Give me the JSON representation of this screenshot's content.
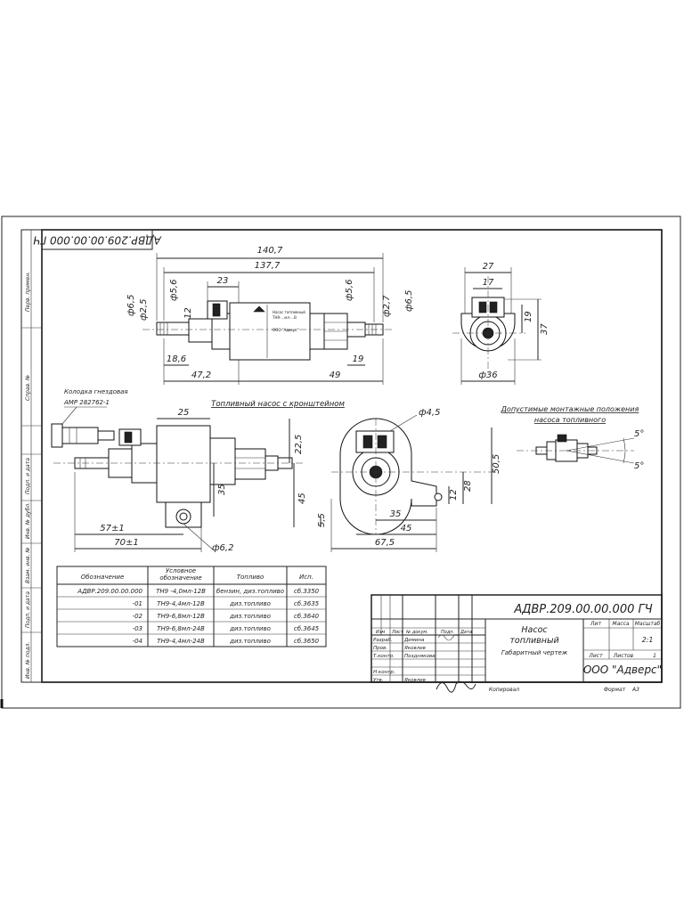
{
  "drawing_code": "АДВР.209.00.00.000 ГЧ",
  "drawing_code_rotated": "АДВР.209.00.00.000 ГЧ",
  "margin_labels": [
    "Перв. примен.",
    "Справ. №",
    "Подп. и дата",
    "Инв. № дубл.",
    "Взам. инв. №",
    "Подп. и дата",
    "Инв. № подл."
  ],
  "views": {
    "top_caption": "Топливный насос с кронштейном",
    "install_caption_1": "Допустимые монтажные положения",
    "install_caption_2": "насоса топливного",
    "connector_label_1": "Колодка гнездовая",
    "connector_label_2": "AMP 282762-1",
    "body_label_1": "Насос топливный",
    "body_label_2": "ТН9-...мл-...В",
    "body_label_3": "ООО \"Адверс\""
  },
  "dims": {
    "d140_7": "140,7",
    "d137_7": "137,7",
    "d23": "23",
    "d5_6a": "ф5,6",
    "d6_5a": "ф6,5",
    "d2_5a": "ф2,5",
    "d12a": "12",
    "d5_6b": "ф5,6",
    "d2_7": "ф2,7",
    "d6_5b": "ф6,5",
    "d18_6": "18,6",
    "d47_2": "47,2",
    "d49": "49",
    "d19a": "19",
    "d27": "27",
    "d17": "17",
    "d19b": "19",
    "d37": "37",
    "d36": "ф36",
    "d25": "25",
    "d22_5": "22,5",
    "d35a": "35",
    "d45a": "45",
    "d5_5": "5,5",
    "d57": "57±1",
    "d70": "70±1",
    "d6_2": "ф6,2",
    "d4_5": "ф4,5",
    "d50_5": "50,5",
    "d28": "28",
    "d12b": "12",
    "d35b": "35",
    "d45b": "45",
    "d67_5": "67,5",
    "ang1": "5°",
    "ang2": "5°"
  },
  "table": {
    "headers": [
      "Обозначение",
      "Условное обозначение",
      "Топливо",
      "Исп."
    ],
    "rows": [
      [
        "АДВР.209.00.00.000",
        "ТН9 -4,0мл-12В",
        "бензин, диз.топливо",
        "сб.3350"
      ],
      [
        "-01",
        "ТН9-4,4мл-12В",
        "диз.топливо",
        "сб.3635"
      ],
      [
        "-02",
        "ТН9-6,8мл-12В",
        "диз.топливо",
        "сб.3640"
      ],
      [
        "-03",
        "ТН9-6,8мл-24В",
        "диз.топливо",
        "сб.3645"
      ],
      [
        "-04",
        "ТН9-4,4мл-24В",
        "диз.топливо",
        "сб.3650"
      ]
    ]
  },
  "title_block": {
    "code": "АДВР.209.00.00.000 ГЧ",
    "name_1": "Насос",
    "name_2": "топливный",
    "doc_type": "Габаритный чертеж",
    "col_lit": "Лит",
    "col_mass": "Масса",
    "col_scale": "Масштаб",
    "scale": "2:1",
    "sheet": "Лист",
    "sheets": "Листов",
    "sheets_count": "1",
    "company": "ООО \"Адверс\"",
    "row_headers": [
      "Изм",
      "Лист",
      "№ докум.",
      "Подп.",
      "Дата"
    ],
    "roles": [
      "Разраб.",
      "Пров.",
      "Т.контр.",
      "",
      "Н.контр.",
      "Утв."
    ],
    "names": [
      "Демина",
      "Яковлев",
      "Позднякова",
      "",
      "",
      "Яковлев"
    ],
    "copied": "Копировал",
    "format": "Формат",
    "format_value": "А3"
  }
}
